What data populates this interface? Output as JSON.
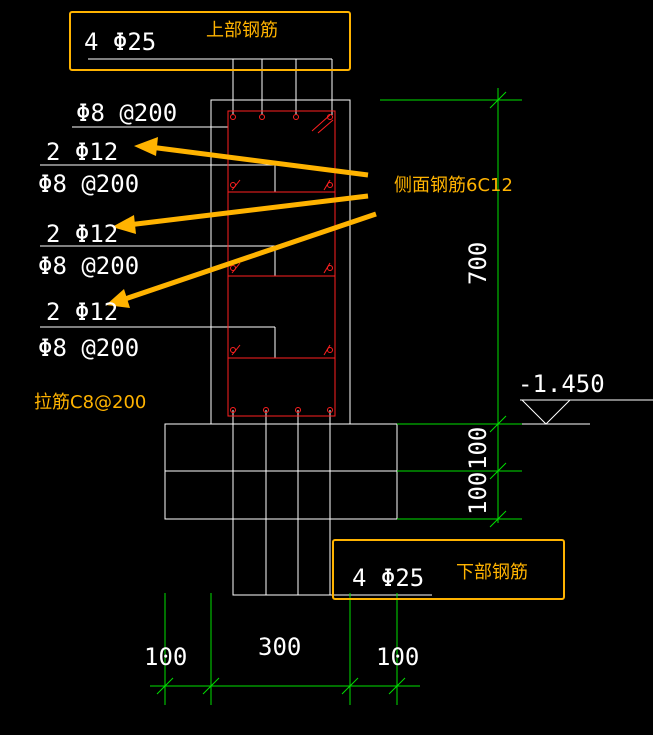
{
  "labels": {
    "top_rebar_spec": "4 Φ25",
    "top_rebar_label": "上部钢筋",
    "stirrup_top": "Φ8 @200",
    "side_bar_1": "2 Φ12",
    "stirrup_1": "Φ8 @200",
    "side_bar_2": "2 Φ12",
    "stirrup_2": "Φ8 @200",
    "side_bar_3": "2 Φ12",
    "stirrup_3": "Φ8 @200",
    "side_rebar_label": "侧面钢筋6C12",
    "tie_bar_label": "拉筋C8@200",
    "bottom_rebar_spec": "4 Φ25",
    "bottom_rebar_label": "下部钢筋"
  },
  "dimensions": {
    "height": "700",
    "elevation": "-1.450",
    "step_1": "100",
    "step_2": "100",
    "width_left": "100",
    "width_mid": "300",
    "width_right": "100"
  },
  "colors": {
    "background": "#000000",
    "outline": "#ffffff",
    "rebar": "#ff2020",
    "dimension": "#00e000",
    "annotation": "#ffb300"
  }
}
